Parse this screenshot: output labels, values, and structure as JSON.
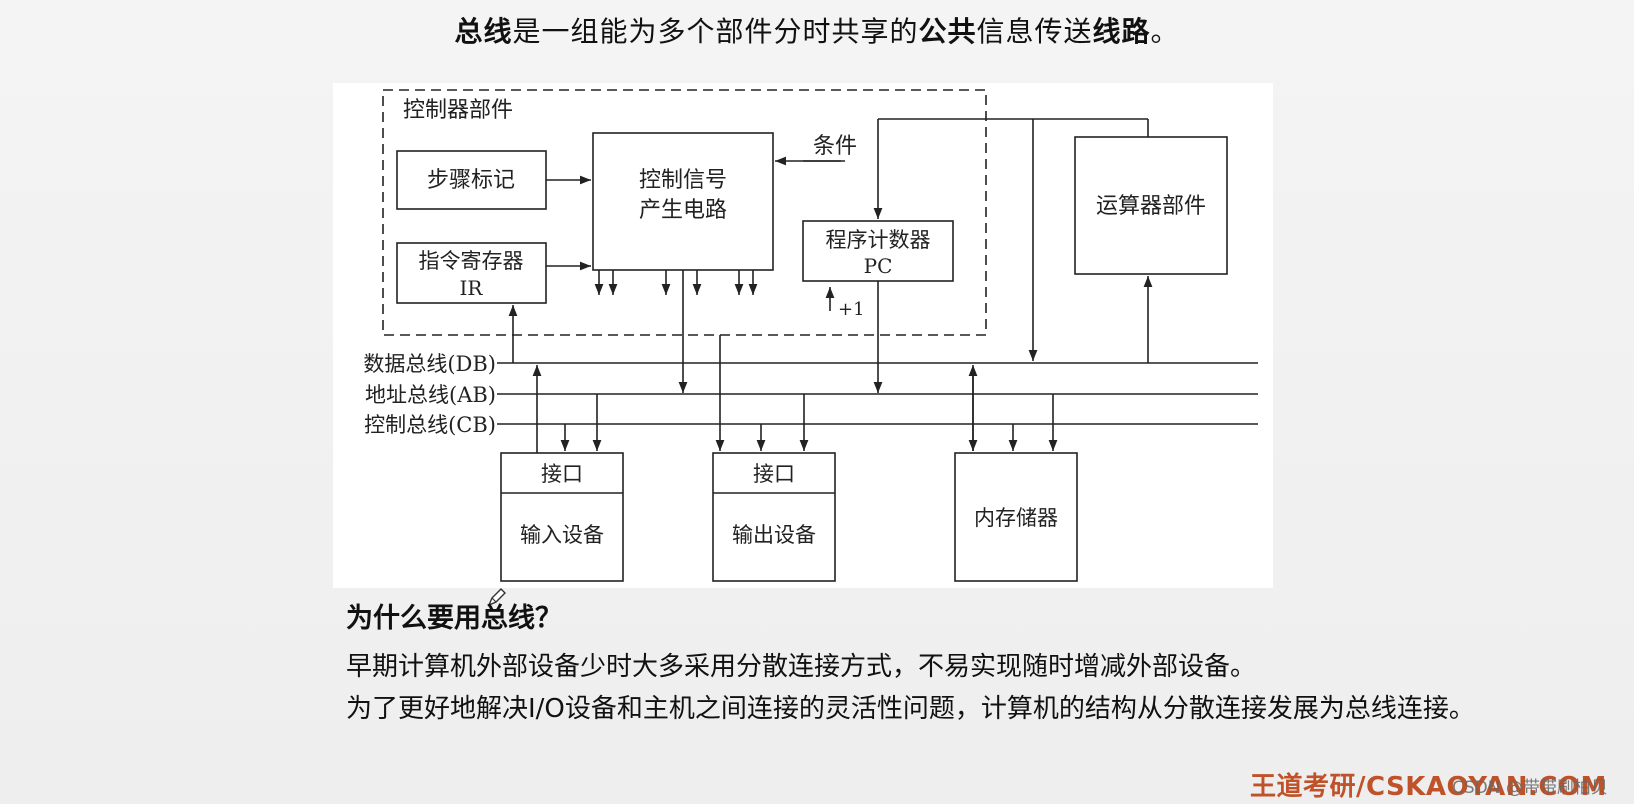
{
  "title": {
    "bold_1": "总线",
    "normal_1": "是一组能为多个部件分时共享的",
    "bold_2": "公共",
    "normal_2": "信息传送",
    "bold_3": "线路",
    "end": "。"
  },
  "diagram": {
    "controller_unit": "控制器部件",
    "step_marker": "步骤标记",
    "control_circuit_line1": "控制信号",
    "control_circuit_line2": "产生电路",
    "condition": "条件",
    "ir_line1": "指令寄存器",
    "ir_line2": "IR",
    "pc_line1": "程序计数器",
    "pc_line2": "PC",
    "plus_one": "+1",
    "alu": "运算器部件",
    "data_bus": "数据总线(DB)",
    "address_bus": "地址总线(AB)",
    "control_bus": "控制总线(CB)",
    "interface_in": "接口",
    "input_device": "输入设备",
    "interface_out": "接口",
    "output_device": "输出设备",
    "memory": "内存储器"
  },
  "section": {
    "heading": "为什么要用总线？",
    "para1": "早期计算机外部设备少时大多采用分散连接方式，不易实现随时增减外部设备。",
    "para2": "为了更好地解决I/O设备和主机之间连接的灵活性问题，计算机的结构从分散连接发展为总线连接。"
  },
  "footer": {
    "brand": "王道考研/CSKAOYAN.COM",
    "watermark": "CSDN @带带刷柏贝"
  },
  "colors": {
    "brand": "#c0522a",
    "line": "#222222"
  }
}
